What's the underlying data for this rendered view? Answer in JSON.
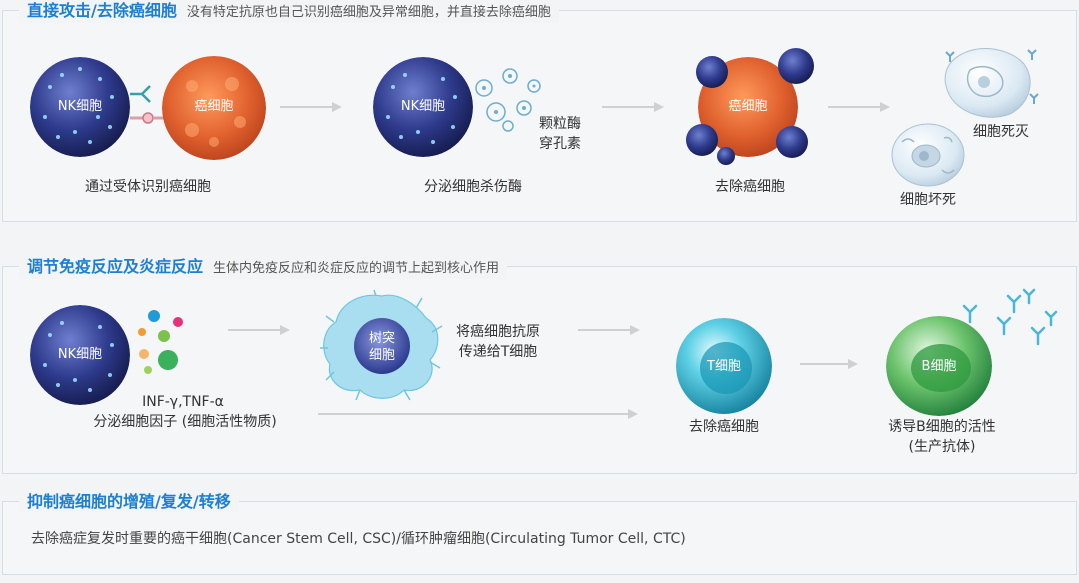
{
  "section1": {
    "title": "直接攻击/去除癌细胞",
    "desc": "没有特定抗原也自己识别癌细胞及异常细胞，并直接去除癌细胞",
    "nk_label": "NK细胞",
    "cancer_label": "癌细胞",
    "granule_label_line1": "颗粒酶",
    "granule_label_line2": "穿孔素",
    "step1": "通过受体识别癌细胞",
    "step2": "分泌细胞杀伤酶",
    "step3": "去除癌细胞",
    "dead1": "细胞死灭",
    "dead2": "细胞坏死"
  },
  "section2": {
    "title": "调节免疫反应及炎症反应",
    "desc": "生体内免疫反应和炎症反应的调节上起到核心作用",
    "nk_label": "NK细胞",
    "cytokine_names": "INF-γ,TNF-α",
    "cytokine_caption": "分泌细胞因子 (细胞活性物质)",
    "dendritic_line1": "树突",
    "dendritic_line2": "细胞",
    "antigen_line1": "将癌细胞抗原",
    "antigen_line2": "传递给T细胞",
    "t_label": "T细胞",
    "t_caption": "去除癌细胞",
    "b_label": "B细胞",
    "b_caption_line1": "诱导B细胞的活性",
    "b_caption_line2": "(生产抗体)"
  },
  "section3": {
    "title": "抑制癌细胞的增殖/复发/转移",
    "desc": "去除癌症复发时重要的癌干细胞(Cancer Stem Cell, CSC)/循环肿瘤细胞(Circulating Tumor Cell, CTC)"
  },
  "colors": {
    "heading": "#1d7fd1",
    "nk_cell": "#26317a",
    "cancer_cell": "#e0612e",
    "t_cell": "#1fa6c2",
    "b_cell": "#2aa64a",
    "dendritic": "#6ec6e0"
  }
}
